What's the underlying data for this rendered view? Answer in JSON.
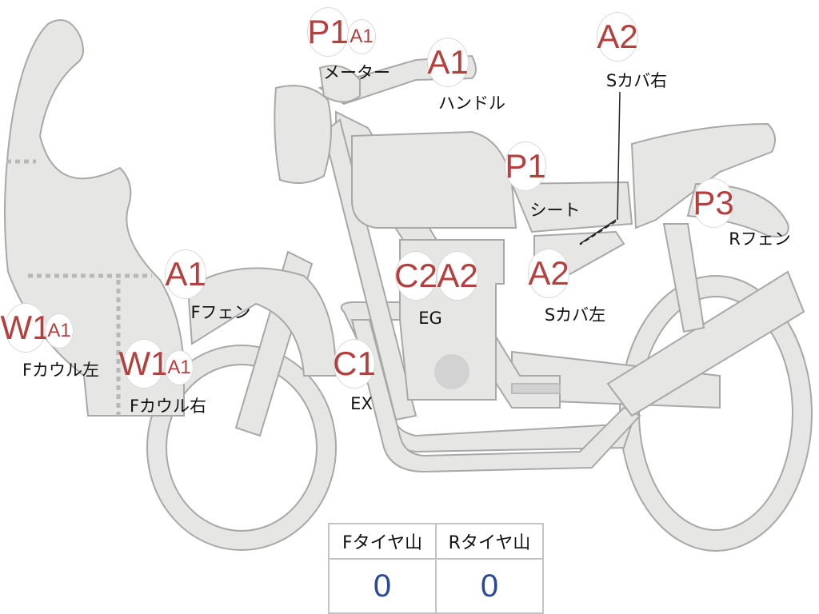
{
  "colors": {
    "body": "#e6e6e4",
    "outline": "#a8a8a8",
    "badge_text": "#b3403f",
    "value_text": "#2a4a98"
  },
  "parts": [
    {
      "id": "meter",
      "badges": [
        "P1",
        "A1"
      ],
      "label": "メーター"
    },
    {
      "id": "handle",
      "badges": [
        "A1"
      ],
      "label": "ハンドル"
    },
    {
      "id": "side-cover-right",
      "badges": [
        "A2"
      ],
      "label": "Sカバ右"
    },
    {
      "id": "seat",
      "badges": [
        "P1"
      ],
      "label": "シート"
    },
    {
      "id": "rear-fender",
      "badges": [
        "P3"
      ],
      "label": "Rフェン"
    },
    {
      "id": "side-cover-left",
      "badges": [
        "A2"
      ],
      "label": "Sカバ左"
    },
    {
      "id": "engine",
      "badges": [
        "C2",
        "A2"
      ],
      "label": "EG"
    },
    {
      "id": "exhaust",
      "badges": [
        "C1"
      ],
      "label": "EX"
    },
    {
      "id": "front-fender",
      "badges": [
        "A1"
      ],
      "label": "Fフェン"
    },
    {
      "id": "front-cowl-left",
      "badges": [
        "W1",
        "A1"
      ],
      "label": "Fカウル左"
    },
    {
      "id": "front-cowl-right",
      "badges": [
        "W1",
        "A1"
      ],
      "label": "Fカウル右"
    }
  ],
  "tire_table": {
    "headers": [
      "Fタイヤ山",
      "Rタイヤ山"
    ],
    "values": [
      "0",
      "0"
    ]
  }
}
